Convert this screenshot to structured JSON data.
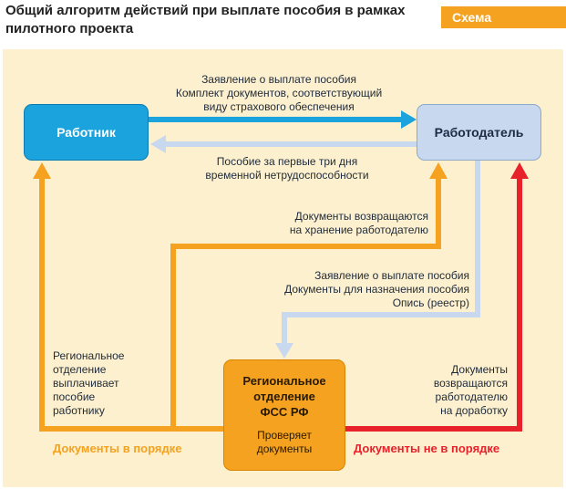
{
  "header": {
    "title": "Общий алгоритм действий при выплате пособия в рамках пилотного проекта",
    "badge": "Схема"
  },
  "colors": {
    "panel": "#fdf0ce",
    "orange": "#f4a21f",
    "blue": "#1aa3dc",
    "light_blue": "#c7d8ef",
    "red": "#e8222b"
  },
  "nodes": {
    "worker": "Работник",
    "employer": "Работодатель",
    "fss_name": [
      "Региональное",
      "отделение",
      "ФСС РФ"
    ],
    "fss_note": [
      "Проверяет",
      "документы"
    ]
  },
  "edges": {
    "worker_to_employer": [
      "Заявление о выплате пособия",
      "Комплект документов, соответствующий",
      "виду страхового обеспечения"
    ],
    "employer_to_worker": [
      "Пособие за первые три дня",
      "временной нетрудоспособности"
    ],
    "fss_to_employer_storage": [
      "Документы возвращаются",
      "на хранение работодателю"
    ],
    "employer_to_fss": [
      "Заявление о выплате пособия",
      "Документы для назначения пособия",
      "Опись (реестр)"
    ],
    "fss_to_worker": [
      "Региональное",
      "отделение",
      "выплачивает",
      "пособие",
      "работнику"
    ],
    "fss_to_employer_rework": [
      "Документы",
      "возвращаются",
      "работодателю",
      "на доработку"
    ]
  },
  "legend": {
    "ok": "Документы в порядке",
    "not_ok": "Документы не в порядке"
  }
}
